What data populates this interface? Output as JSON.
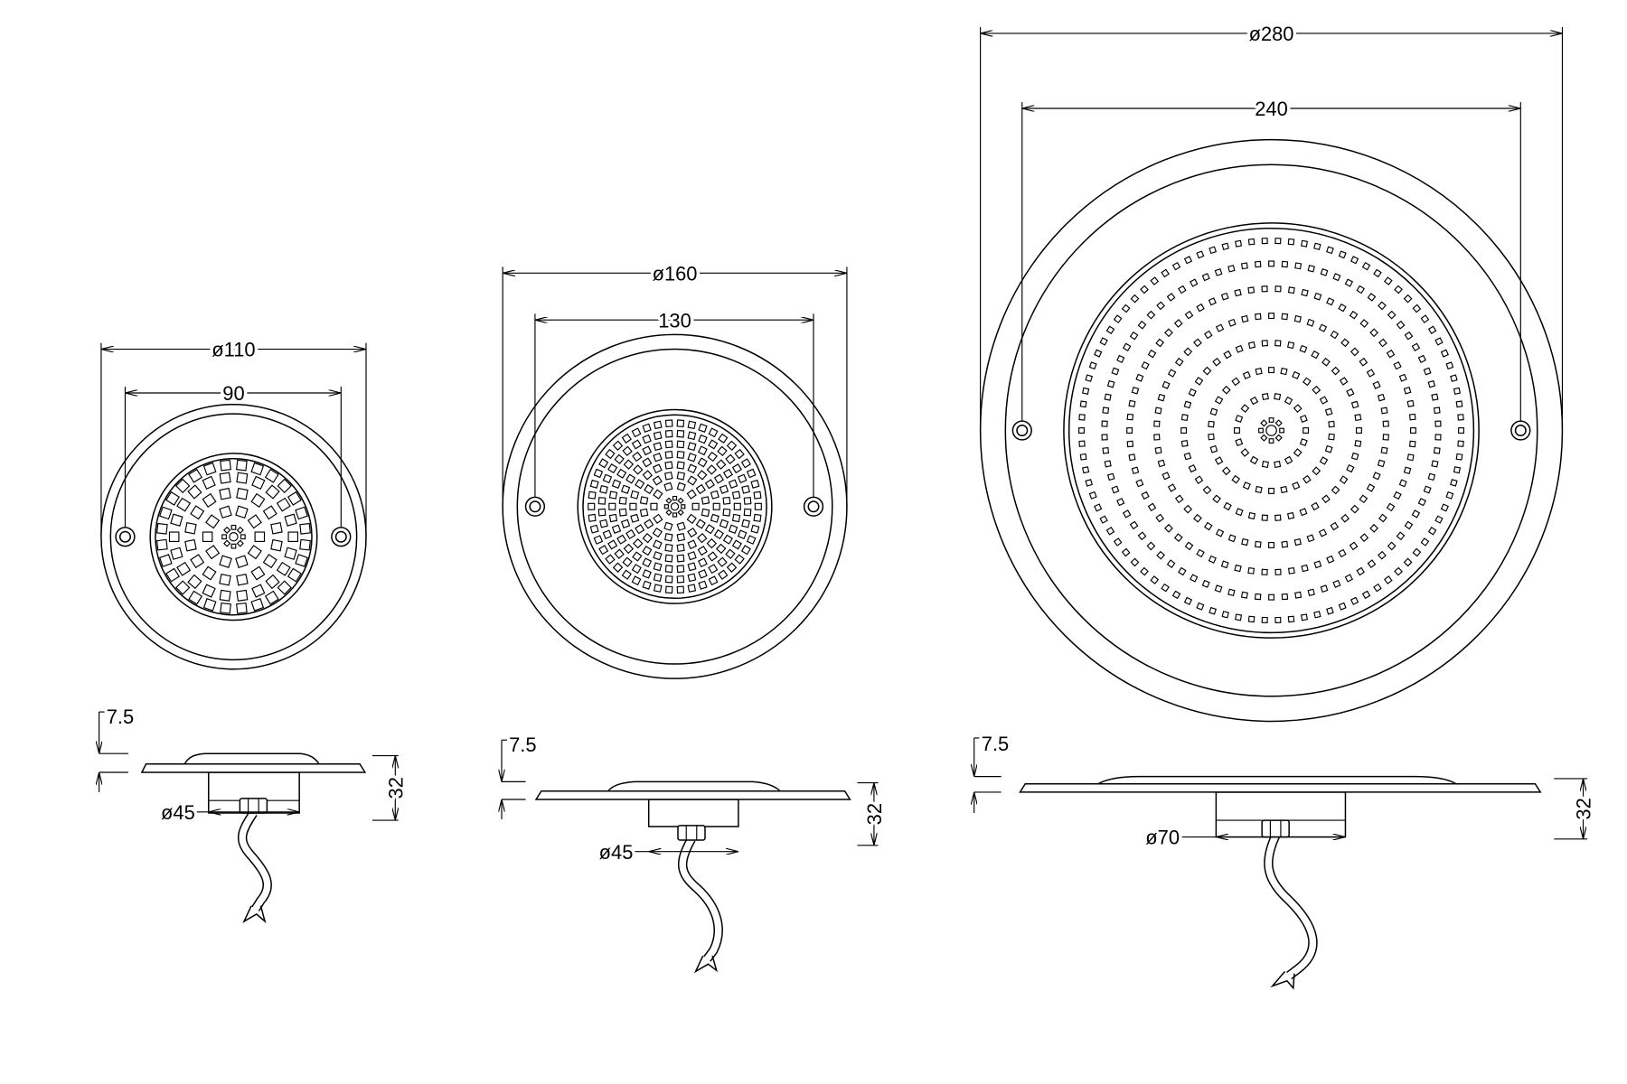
{
  "small": {
    "top": {
      "outer_diameter": "ø110",
      "hole_spacing": "90"
    },
    "side": {
      "flange_thickness": "7.5",
      "height": "32",
      "body_diameter": "ø45"
    }
  },
  "medium": {
    "top": {
      "outer_diameter": "ø160",
      "hole_spacing": "130"
    },
    "side": {
      "flange_thickness": "7.5",
      "height": "32",
      "body_diameter": "ø45"
    }
  },
  "large": {
    "top": {
      "outer_diameter": "ø280",
      "hole_spacing": "240"
    },
    "side": {
      "flange_thickness": "7.5",
      "height": "32",
      "body_diameter": "ø70"
    }
  },
  "colors": {
    "line": "#000000",
    "background": "#ffffff"
  }
}
